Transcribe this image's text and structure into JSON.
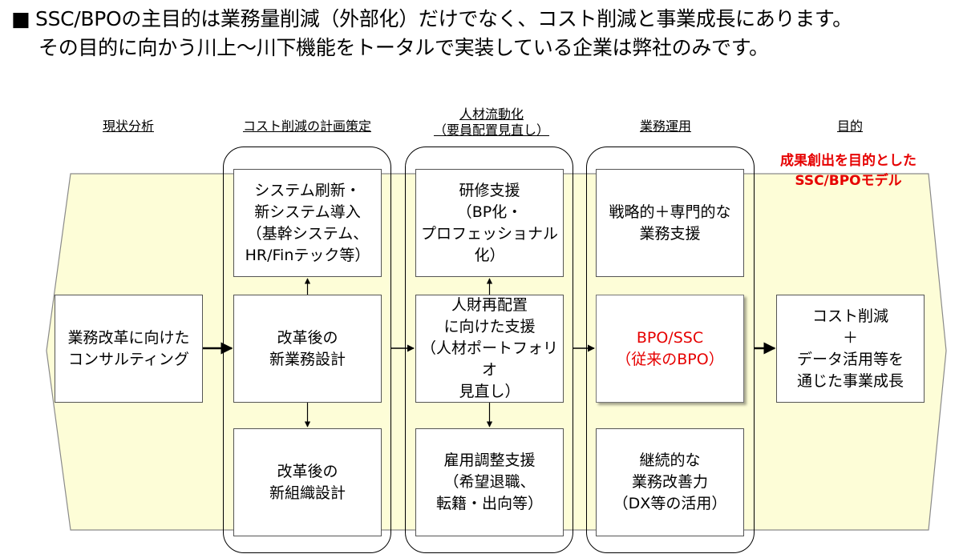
{
  "heading": {
    "bullet": "■",
    "line1": "SSC/BPOの主目的は業務量削減（外部化）だけでなく、コスト削減と事業成長にあります。",
    "line2": "その目的に向かう川上～川下機能をトータルで実装している企業は弊社のみです。"
  },
  "columns": {
    "col1": "現状分析",
    "col2": "コスト削減の計画策定",
    "col3_line1": "人材流動化",
    "col3_line2": "（要員配置見直し）",
    "col4": "業務運用",
    "col5": "目的"
  },
  "goal_label": {
    "line1": "成果創出を目的とした",
    "line2": "SSC/BPOモデル"
  },
  "boxes": {
    "consulting": [
      "業務改革に向けた",
      "コンサルティング"
    ],
    "system_renewal": [
      "システム刷新・",
      "新システム導入",
      "（基幹システム、",
      "HR/Finテック等）"
    ],
    "new_process": [
      "改革後の",
      "新業務設計"
    ],
    "new_org": [
      "改革後の",
      "新組織設計"
    ],
    "training": [
      "研修支援",
      "（BP化・",
      "プロフェッショナル化）"
    ],
    "reallocation": [
      "人財再配置",
      "に向けた支援",
      "（人材ポートフォリオ",
      "見直し）"
    ],
    "employment": [
      "雇用調整支援",
      "（希望退職、",
      "転籍・出向等）"
    ],
    "strategic": [
      "戦略的＋専門的な",
      "業務支援"
    ],
    "bpo_ssc": [
      "BPO/SSC",
      "（従来のBPO）"
    ],
    "continuous": [
      "継続的な",
      "業務改善力",
      "（DX等の活用）"
    ],
    "goal": [
      "コスト削減",
      "＋",
      "データ活用等を",
      "通じた事業成長"
    ]
  },
  "colors": {
    "band_fill": "#fdfdd7",
    "accent_red": "#e60000"
  }
}
